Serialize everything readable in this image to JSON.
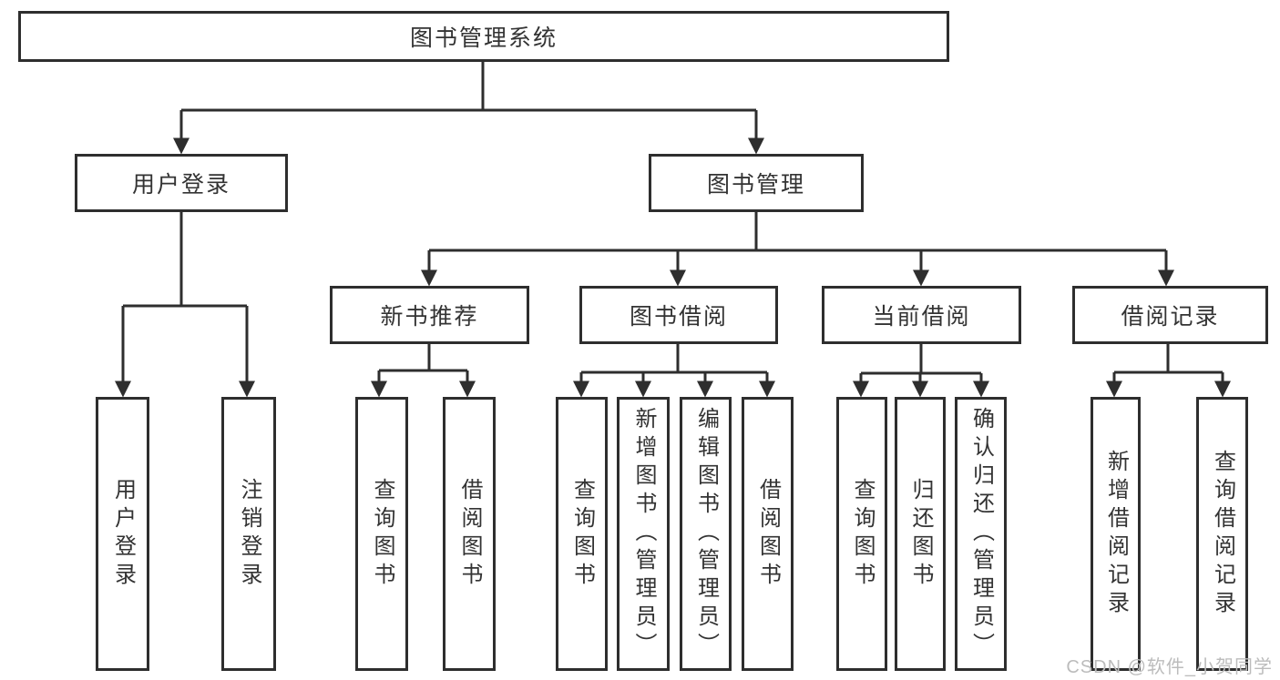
{
  "diagram_type": "tree",
  "tree": {
    "label": "图书管理系统",
    "children": [
      {
        "label": "用户登录",
        "children": [
          {
            "label": "用户登录"
          },
          {
            "label": "注销登录"
          }
        ]
      },
      {
        "label": "图书管理",
        "children": [
          {
            "label": "新书推荐",
            "children": [
              {
                "label": "查询图书"
              },
              {
                "label": "借阅图书"
              }
            ]
          },
          {
            "label": "图书借阅",
            "children": [
              {
                "label": "查询图书"
              },
              {
                "label": "新增图书（管理员）"
              },
              {
                "label": "编辑图书（管理员）"
              },
              {
                "label": "借阅图书"
              }
            ]
          },
          {
            "label": "当前借阅",
            "children": [
              {
                "label": "查询图书"
              },
              {
                "label": "归还图书"
              },
              {
                "label": "确认归还（管理员）"
              }
            ]
          },
          {
            "label": "借阅记录",
            "children": [
              {
                "label": "新增借阅记录"
              },
              {
                "label": "查询借阅记录"
              }
            ]
          }
        ]
      }
    ]
  },
  "watermark": "CSDN @软件_小贺同学"
}
